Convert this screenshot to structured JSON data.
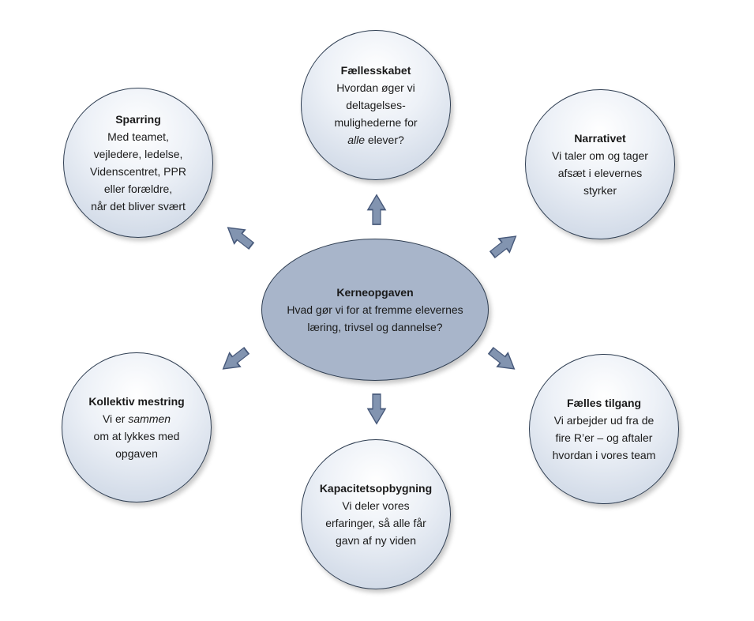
{
  "core": {
    "title": "Kerneopgaven",
    "lines": [
      "Hvad gør vi for at fremme elevernes",
      "læring, trivsel og dannelse?"
    ]
  },
  "nodes": {
    "faellesskabet": {
      "title": "Fællesskabet",
      "lines": [
        "Hvordan øger vi",
        "deltagelses-",
        "mulighederne for"
      ],
      "line4_em": "alle",
      "line4_rest": " elever?"
    },
    "sparring": {
      "title": "Sparring",
      "lines": [
        "Med teamet,",
        "vejledere, ledelse,",
        "Videnscentret, PPR",
        "eller forældre,",
        "når det bliver svært"
      ]
    },
    "narrativet": {
      "title": "Narrativet",
      "lines": [
        "Vi taler om og tager",
        "afsæt i elevernes",
        "styrker"
      ]
    },
    "kollektiv": {
      "title": "Kollektiv mestring",
      "line1_pre": "Vi er ",
      "line1_em": "sammen",
      "lines": [
        "om at lykkes med",
        "opgaven"
      ]
    },
    "faelles_tilgang": {
      "title": "Fælles tilgang",
      "lines": [
        "Vi arbejder ud fra de",
        "fire R’er – og aftaler",
        "hvordan i vores team"
      ]
    },
    "kapacitet": {
      "title": "Kapacitetsopbygning",
      "lines": [
        "Vi deler vores",
        "erfaringer, så alle får",
        "gavn af ny viden"
      ]
    }
  },
  "colors": {
    "core_fill": "#a8b5ca",
    "circle_fill": "#dde4ee",
    "arrow_fill": "#8294b0",
    "outline": "#2f3e52"
  }
}
